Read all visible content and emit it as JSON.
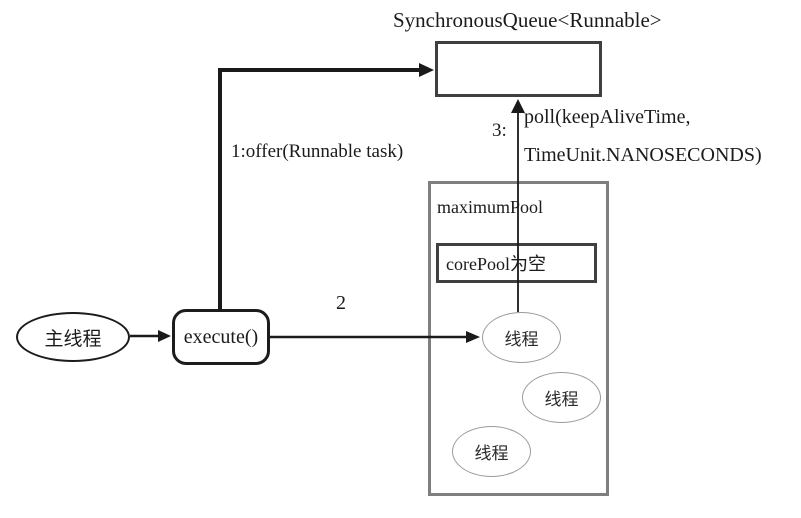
{
  "diagram": {
    "title": "SynchronousQueue<Runnable>",
    "nodes": {
      "main_thread": "主线程",
      "execute": "execute()",
      "maximum_pool": "maximumPool",
      "core_pool": "corePool为空",
      "threads": [
        "线程",
        "线程",
        "线程"
      ]
    },
    "edges": {
      "offer_label": "1:offer(Runnable task)",
      "step2_label": "2",
      "step3_label": "3:",
      "poll_line1": "poll(keepAliveTime,",
      "poll_line2": "TimeUnit.NANOSECONDS)"
    },
    "colors": {
      "arrow_line": "#1a1a1a",
      "queue_border": "#3f3f3f",
      "pool_border": "#7f7f7f",
      "core_pool_border": "#404040",
      "thread_border": "#9b9b9b",
      "background": "#ffffff"
    }
  }
}
